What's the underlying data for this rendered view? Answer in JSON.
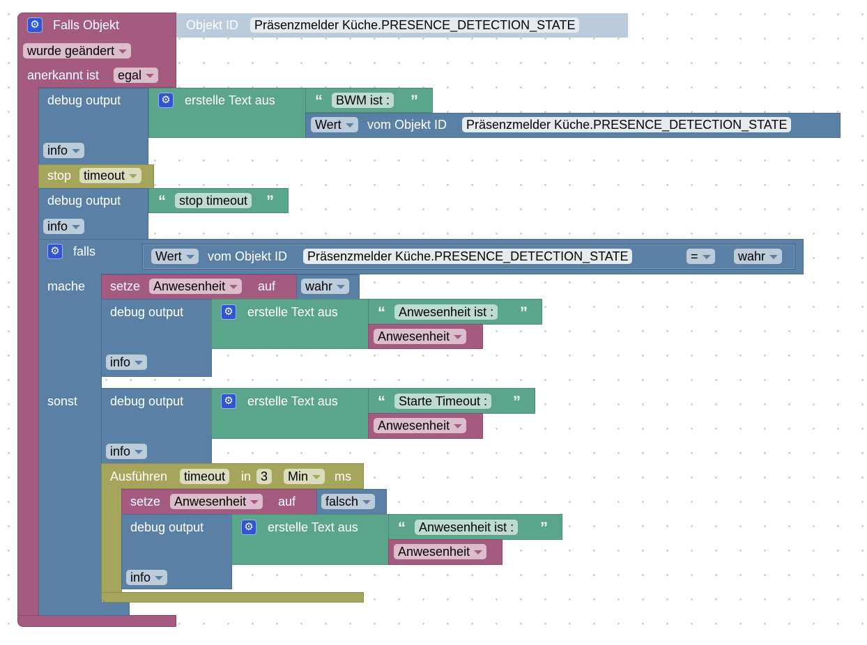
{
  "event": {
    "title": "Falls Objekt",
    "trigger": "wurde geändert",
    "ack_label": "anerkannt ist",
    "ack_value": "egal"
  },
  "object_id": {
    "label": "Objekt ID",
    "value": "Präsenzmelder Küche.PRESENCE_DETECTION_STATE"
  },
  "debug1": {
    "label": "debug output",
    "level": "info",
    "create_text": "erstelle Text aus",
    "text": "BWM ist :",
    "wert": "Wert",
    "vom": "vom Objekt ID",
    "object": "Präsenzmelder Küche.PRESENCE_DETECTION_STATE"
  },
  "stop": {
    "label": "stop",
    "value": "timeout"
  },
  "debug2": {
    "label": "debug output",
    "level": "info",
    "text": "stop timeout"
  },
  "if": {
    "label": "falls",
    "do": "mache",
    "else": "sonst",
    "wert": "Wert",
    "vom": "vom Objekt ID",
    "object": "Präsenzmelder Küche.PRESENCE_DETECTION_STATE",
    "op": "=",
    "value": "wahr"
  },
  "set1": {
    "label": "setze",
    "var": "Anwesenheit",
    "to": "auf",
    "value": "wahr"
  },
  "debug3": {
    "label": "debug output",
    "level": "info",
    "create_text": "erstelle Text aus",
    "text": "Anwesenheit ist :",
    "var": "Anwesenheit"
  },
  "debug4": {
    "label": "debug output",
    "level": "info",
    "create_text": "erstelle Text aus",
    "text": "Starte Timeout :",
    "var": "Anwesenheit"
  },
  "timeout": {
    "label": "Ausführen",
    "name": "timeout",
    "in": "in",
    "delay": "3",
    "unit": "Min",
    "ms": "ms"
  },
  "set2": {
    "label": "setze",
    "var": "Anwesenheit",
    "to": "auf",
    "value": "falsch"
  },
  "debug5": {
    "label": "debug output",
    "level": "info",
    "create_text": "erstelle Text aus",
    "text": "Anwesenheit ist :",
    "var": "Anwesenheit"
  },
  "icons": {
    "gear": "gear-icon",
    "quote_open": "“",
    "quote_close": "”"
  },
  "colors": {
    "event": "#a55b80",
    "logic": "#5b80a5",
    "text": "#5ba58c",
    "timeout": "#a5a55b"
  }
}
